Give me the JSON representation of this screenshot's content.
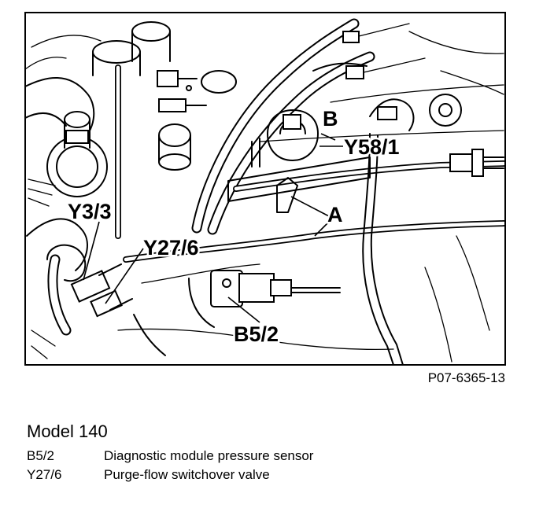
{
  "figure": {
    "figure_code": "P07-6365-13",
    "callouts": {
      "b": "B",
      "a": "A",
      "y58_1": "Y58/1",
      "y3_3": "Y3/3",
      "y27_6": "Y27/6",
      "b5_2": "B5/2"
    }
  },
  "legend": {
    "title": "Model 140",
    "items": [
      {
        "code": "B5/2",
        "description": "Diagnostic module pressure sensor"
      },
      {
        "code": "Y27/6",
        "description": "Purge-flow switchover valve"
      }
    ]
  }
}
